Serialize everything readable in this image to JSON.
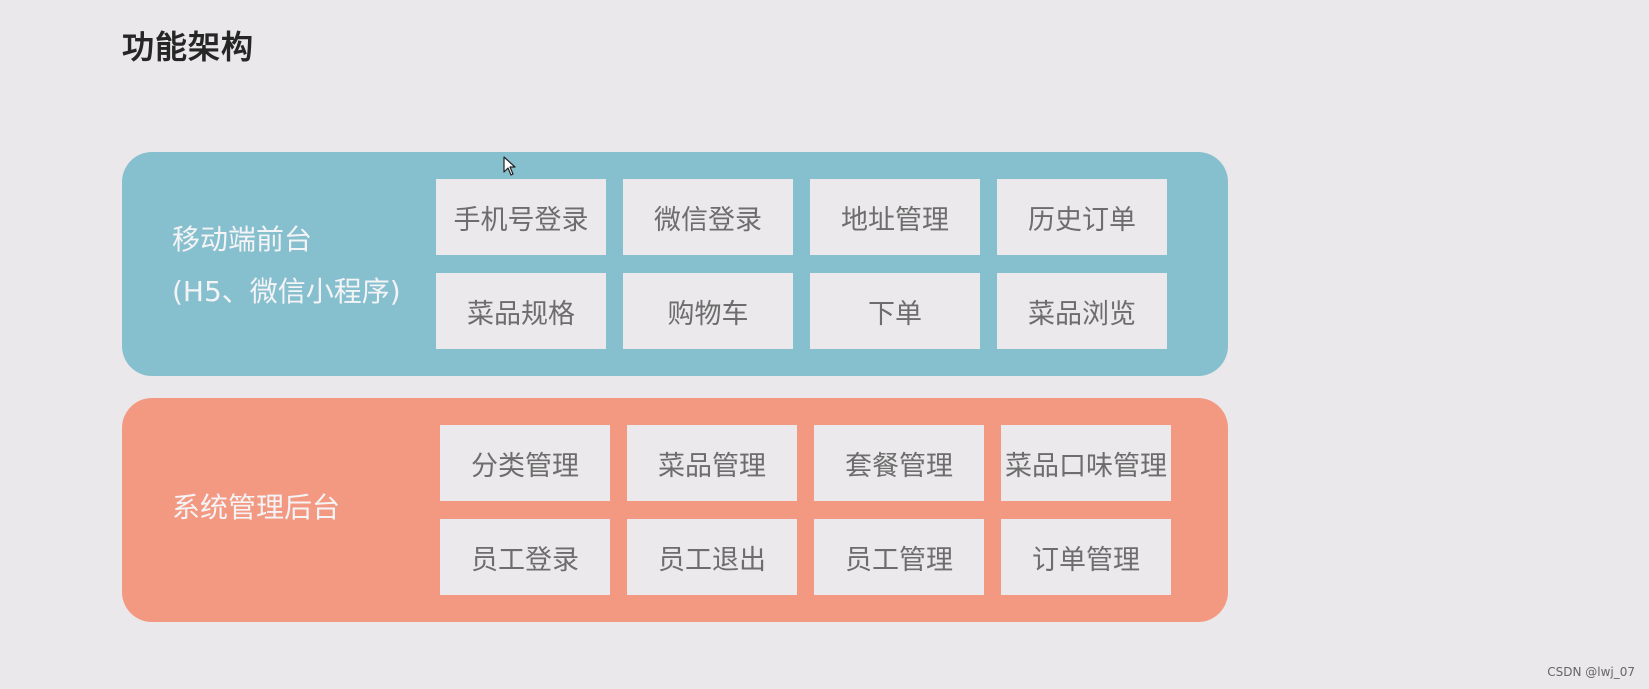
{
  "title": "功能架构",
  "front": {
    "label_line1": "移动端前台",
    "label_line2": "(H5、微信小程序)",
    "row1": [
      "手机号登录",
      "微信登录",
      "地址管理",
      "历史订单"
    ],
    "row2": [
      "菜品规格",
      "购物车",
      "下单",
      "菜品浏览"
    ]
  },
  "admin": {
    "label": "系统管理后台",
    "row1": [
      "分类管理",
      "菜品管理",
      "套餐管理",
      "菜品口味管理"
    ],
    "row2": [
      "员工登录",
      "员工退出",
      "员工管理",
      "订单管理"
    ]
  },
  "colors": {
    "front_panel": "#86bfce",
    "admin_panel": "#f39982",
    "box": "#ebe9eb",
    "background": "#eae8ea"
  },
  "watermark": "CSDN @lwj_07"
}
